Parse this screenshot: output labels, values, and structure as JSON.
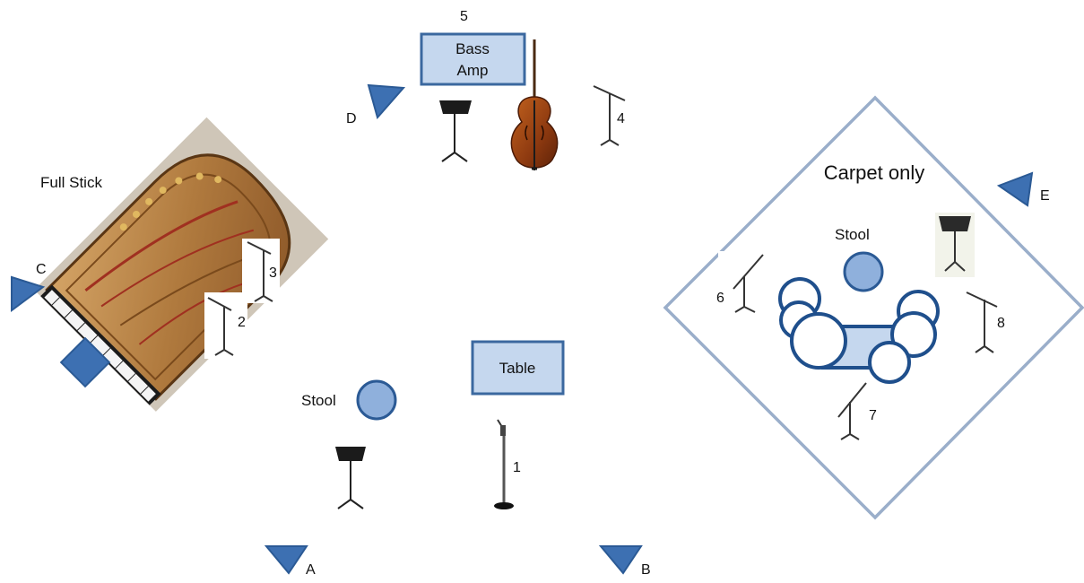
{
  "colors": {
    "monitor_blue": "#3d70b2",
    "monitor_stroke": "#2b5a95",
    "box_fill": "#c5d7ee",
    "box_stroke": "#3b689f",
    "stool_fill": "#8fb0dc",
    "riser_stroke": "#9aaeca",
    "drum_stroke": "#1f4f8c",
    "piano_wood": "#b07a3e"
  },
  "labels": {
    "full_stick": "Full Stick",
    "carpet_only": "Carpet only",
    "stool_left": "Stool",
    "stool_right": "Stool",
    "bass_amp_line1": "Bass",
    "bass_amp_line2": "Amp",
    "table": "Table"
  },
  "channels": [
    "1",
    "2",
    "3",
    "4",
    "5",
    "6",
    "7",
    "8"
  ],
  "monitors": [
    "A",
    "B",
    "C",
    "D",
    "E"
  ],
  "icons": {
    "mic_stand": "mic-stand-icon",
    "boom_mic": "boom-mic-stand-icon",
    "music_stand": "music-stand-icon",
    "double_bass": "double-bass-icon",
    "grand_piano": "grand-piano-icon",
    "drum_kit": "drum-kit-icon",
    "monitor": "monitor-wedge-icon"
  }
}
